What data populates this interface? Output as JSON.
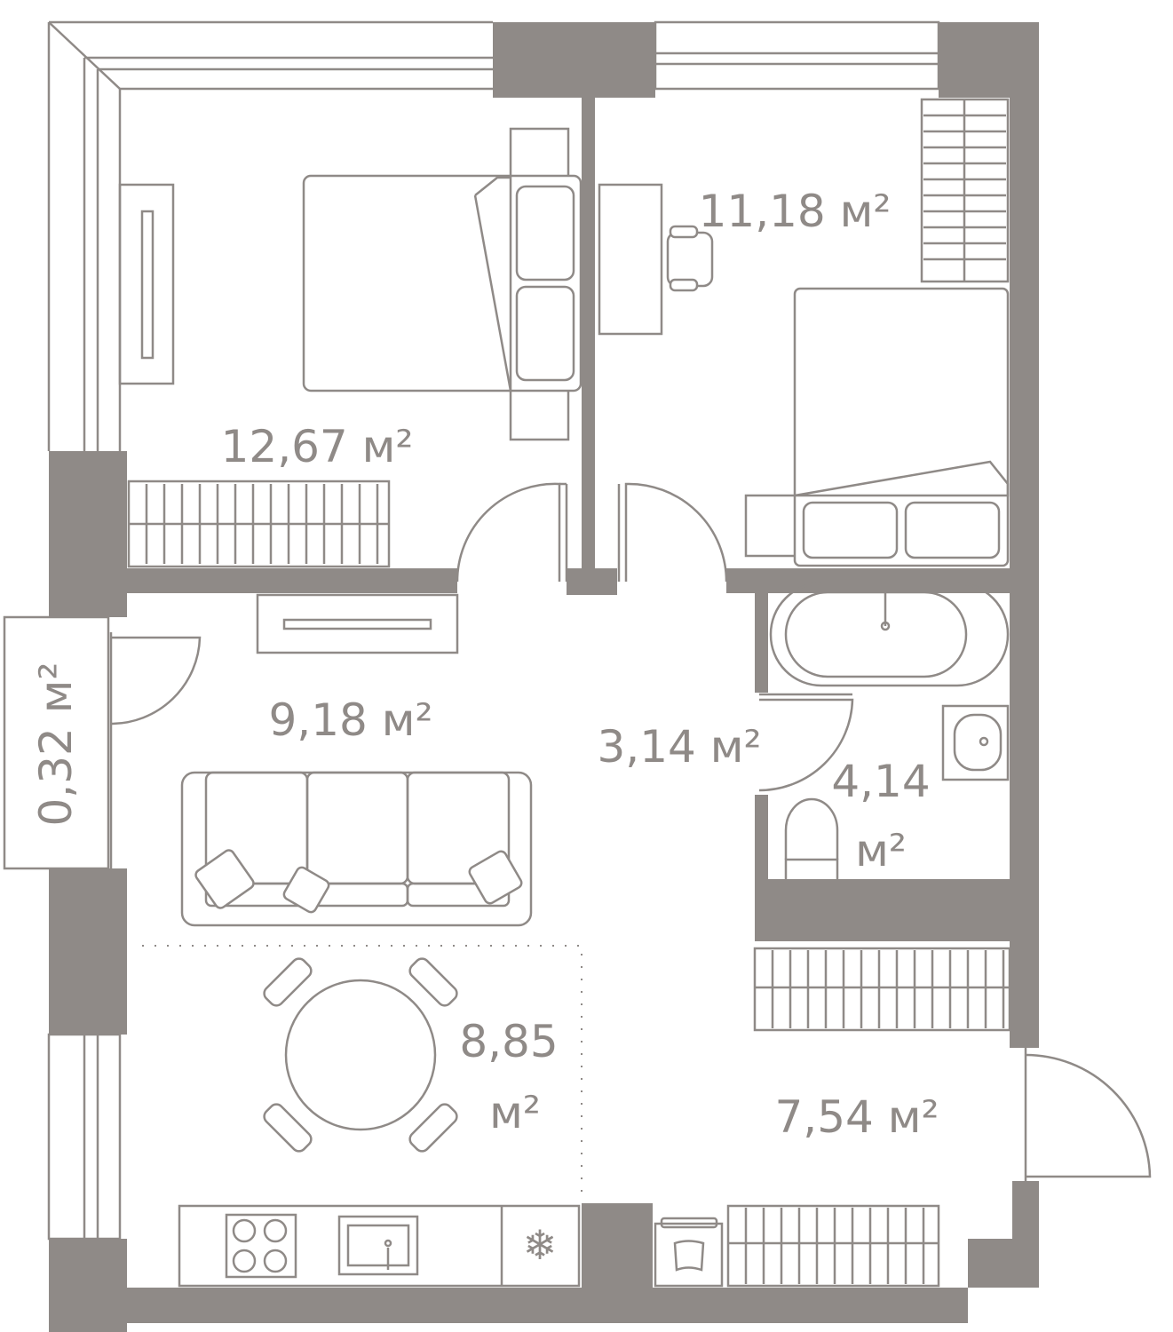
{
  "colors": {
    "wall": "#8f8a87",
    "line": "#8f8a87",
    "background": "#ffffff"
  },
  "rooms": {
    "bedroom_1": {
      "label": "12,67 м²"
    },
    "bedroom_2": {
      "label": "11,18 м²"
    },
    "living": {
      "label": "9,18 м²"
    },
    "corridor": {
      "label": "3,14 м²"
    },
    "bathroom": {
      "label_line1": "4,14",
      "label_line2": "м²"
    },
    "balcony": {
      "label": "0,32 м²"
    },
    "dining": {
      "label_line1": "8,85",
      "label_line2": "м²"
    },
    "hall": {
      "label": "7,54 м²"
    }
  }
}
